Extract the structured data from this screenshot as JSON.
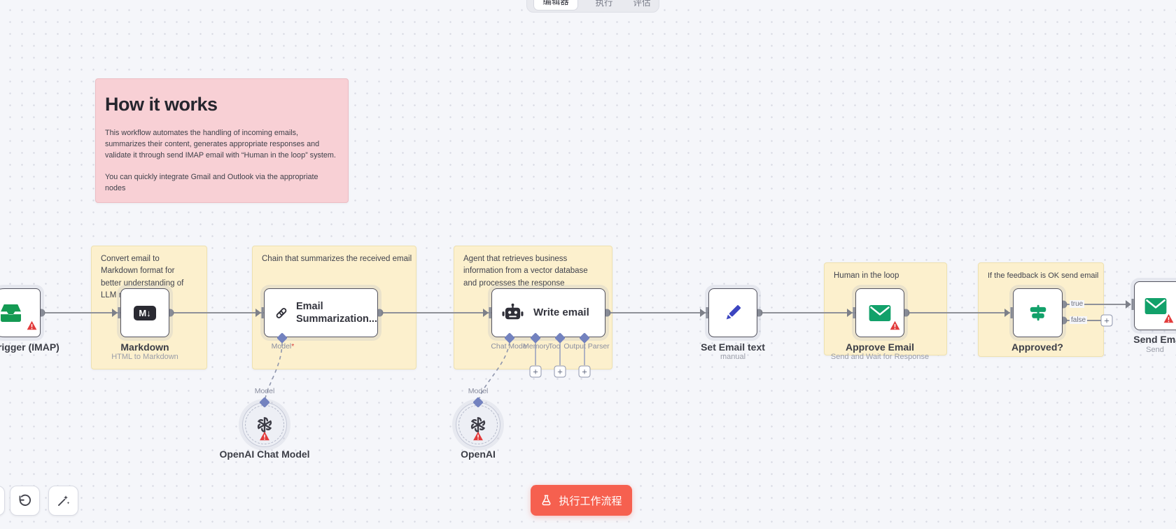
{
  "tabs": {
    "editor": "编辑器",
    "executions": "执行",
    "evaluations": "评估"
  },
  "how_it_works": {
    "title": "How it works",
    "body1": "This workflow automates the handling of incoming emails, summarizes their content, generates appropriate responses and validate it through send IMAP email with “Human in the loop” system.",
    "body2": "You can quickly integrate Gmail and Outlook via the appropriate nodes"
  },
  "sticky_notes": {
    "markdown": "Convert email to Markdown format for better understanding of LLM models",
    "chain": "Chain that summarizes the received email",
    "agent": "Agent that retrieves business information from a vector database and processes the response",
    "human_in_loop": "Human in the loop",
    "feedback": "If the feedback is OK send email"
  },
  "nodes": {
    "trigger": {
      "label": "Trigger (IMAP)"
    },
    "markdown": {
      "label": "Markdown",
      "subtitle": "HTML to Markdown",
      "icon_text": "M↓"
    },
    "summarize": {
      "title_line1": "Email",
      "title_line2": "Summarization...",
      "model_label": "Model",
      "required_mark": "*"
    },
    "agent": {
      "title": "Write email",
      "inputs": [
        "Chat Mode",
        "Memory",
        "Too",
        "Output Parser"
      ]
    },
    "set_email": {
      "label": "Set Email text",
      "subtitle": "manual"
    },
    "approve": {
      "label": "Approve Email",
      "subtitle": "Send and Wait for Response"
    },
    "approved": {
      "label": "Approved?",
      "output_true": "true",
      "output_false": "false"
    },
    "send": {
      "label": "Send Email",
      "subtitle": "Send"
    },
    "openai_chat": {
      "label": "OpenAI Chat Model",
      "model_label": "Model"
    },
    "openai": {
      "label": "OpenAI",
      "model_label": "Model"
    }
  },
  "connectors": {
    "plus": "+"
  },
  "toolbar": {
    "execute_label": "执行工作流程"
  },
  "colors": {
    "accent_orange": "#f6604f",
    "node_green": "#12a16a",
    "pencil_blue": "#3c45c0",
    "warning_red": "#e23b3b",
    "sticky_yellow": "#fcf0cd",
    "sticky_pink": "#f8d0d5",
    "connector_slate": "#7382bf"
  }
}
